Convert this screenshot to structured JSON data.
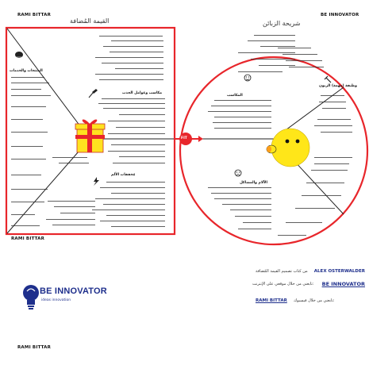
{
  "header": {
    "left_author": "RAMI BITTAR",
    "right_brand": "BE INNOVATOR",
    "footer_author": "RAMI BITTAR"
  },
  "value_map": {
    "title": "القيمة المُضافة",
    "gain_creators": "مكاسب وعوامل الجذب",
    "pain_relievers": "مُخففات الألم",
    "products_services": "المنتجات والخدمات"
  },
  "customer_profile": {
    "title": "شريحة الزبائن",
    "gains": "المكاسب",
    "pains": "الآلام والمشاكل",
    "jobs": "وظيفة (مهمة) الزبون"
  },
  "fit_label": "FIT",
  "credits": {
    "line1_author": "ALEX OSTERWALDER",
    "line1_text": "من كتاب تصميم القيمة المُضافة",
    "line2_brand": "BE INNOVATOR",
    "line2_text": "تابعني من خلال موقعي على الإنترنت:",
    "line3_name": "RAMI BITTAR",
    "line3_text": "تابعني من خلال فيسبوك:"
  },
  "logo": {
    "wordmark": "BE INNOVATOR",
    "tagline": "ideas innovation"
  },
  "colors": {
    "red": "#e8262b",
    "gift_yellow": "#ffe21f",
    "face_yellow": "#ffe619",
    "brand_blue": "#1e2f8c"
  }
}
